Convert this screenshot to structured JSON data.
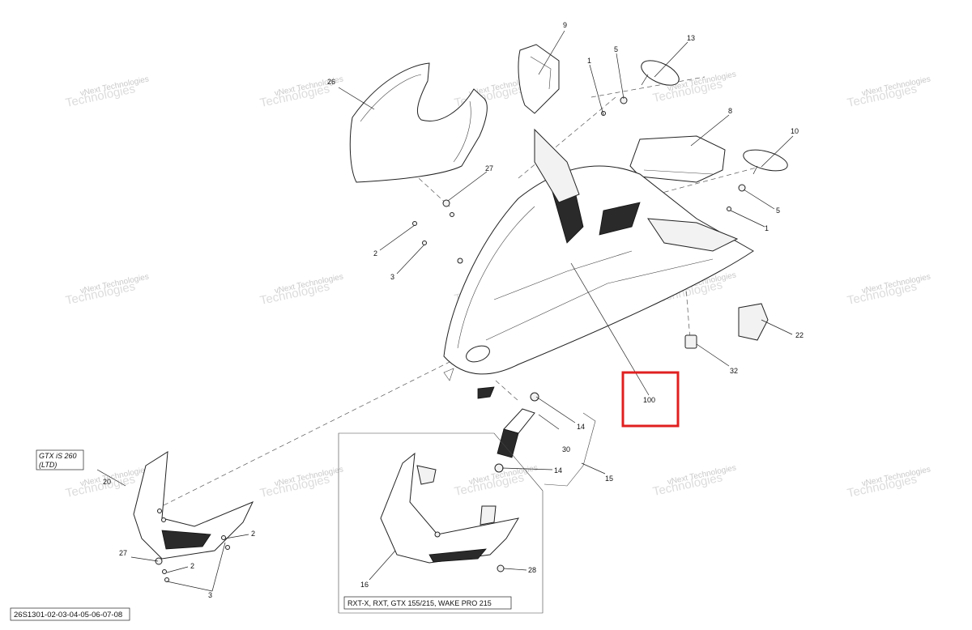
{
  "diagram": {
    "watermark": "vNext Technologies",
    "watermark_line1": "vNext",
    "watermark_line2": "Technologies",
    "callouts": {
      "c1a": "1",
      "c1b": "1",
      "c2a": "2",
      "c2b": "2",
      "c2c": "2",
      "c3a": "3",
      "c3b": "3",
      "c5a": "5",
      "c5b": "5",
      "c8": "8",
      "c9": "9",
      "c10": "10",
      "c13": "13",
      "c14a": "14",
      "c14b": "14",
      "c15": "15",
      "c16": "16",
      "c20": "20",
      "c22": "22",
      "c26": "26",
      "c27a": "27",
      "c27b": "27",
      "c28": "28",
      "c30": "30",
      "c32": "32",
      "c100": "100"
    },
    "note_gtx_line1": "GTX iS 260",
    "note_gtx_line2": "(LTD)",
    "model_box_label": "RXT-X, RXT, GTX 155/215, WAKE PRO 215",
    "diagram_code": "26S1301-02-03-04-05-06-07-08",
    "highlight_color": "#e02020"
  }
}
